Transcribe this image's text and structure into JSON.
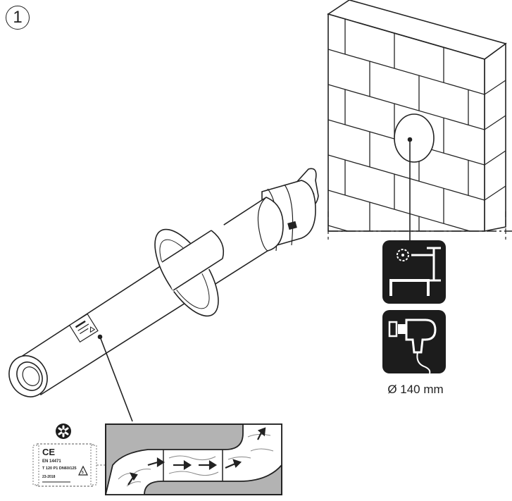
{
  "step": {
    "number": "1"
  },
  "wall_hole": {
    "diameter_label": "Ø 140 mm"
  },
  "pipe_label": {
    "ce_mark": "CE",
    "standard": "EN 14471",
    "rating": "T 120 P1 DN60/125",
    "year": "23-2018"
  },
  "icons": {
    "top": "hole-position-measure-icon",
    "bottom": "core-drill-icon",
    "callout": "gear-asterisk-icon"
  },
  "colors": {
    "ink": "#222222",
    "flow_gray": "#b3b3b3",
    "icon_bg": "#1c1c1c"
  }
}
